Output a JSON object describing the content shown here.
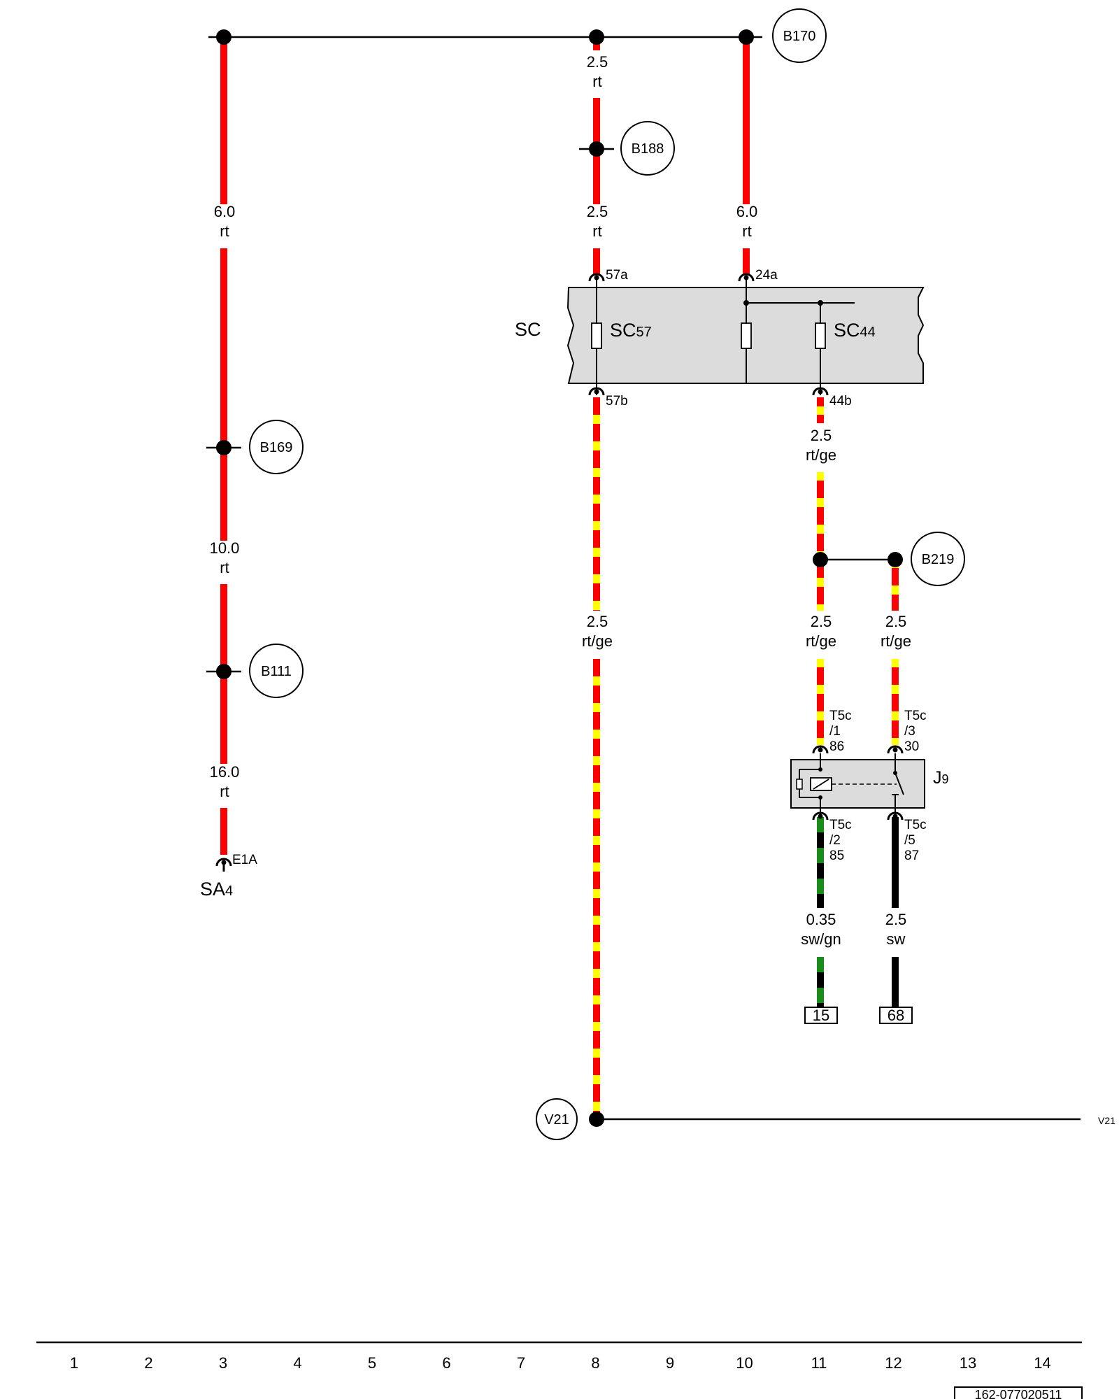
{
  "colors": {
    "red": "#ff0000",
    "yellow": "#ffff00",
    "black": "#000000",
    "green": "#1a8c1a",
    "box_fill": "#dcdcdc"
  },
  "nodes": {
    "b170": "B170",
    "b188": "B188",
    "b169": "B169",
    "b111": "B111",
    "b219": "B219",
    "v21": "V21"
  },
  "offpage_ref": "V21",
  "wires": {
    "w8_top": {
      "size": "2.5",
      "color": "rt"
    },
    "w8_mid": {
      "size": "2.5",
      "color": "rt"
    },
    "w10": {
      "size": "6.0",
      "color": "rt"
    },
    "w3_a": {
      "size": "6.0",
      "color": "rt"
    },
    "w3_b": {
      "size": "10.0",
      "color": "rt"
    },
    "w3_c": {
      "size": "16.0",
      "color": "rt"
    },
    "w11_a": {
      "size": "2.5",
      "color": "rt/ge"
    },
    "w8_low": {
      "size": "2.5",
      "color": "rt/ge"
    },
    "w11_b": {
      "size": "2.5",
      "color": "rt/ge"
    },
    "w12_a": {
      "size": "2.5",
      "color": "rt/ge"
    },
    "w11_c": {
      "size": "0.35",
      "color": "sw/gn"
    },
    "w12_c": {
      "size": "2.5",
      "color": "sw"
    }
  },
  "pins": {
    "p57a": "57a",
    "p24a": "24a",
    "p57b": "57b",
    "p44b": "44b",
    "e1a": "E1A",
    "t5c_1": [
      "T5c",
      "/1",
      "86"
    ],
    "t5c_3": [
      "T5c",
      "/3",
      "30"
    ],
    "t5c_2": [
      "T5c",
      "/2",
      "85"
    ],
    "t5c_5": [
      "T5c",
      "/5",
      "87"
    ]
  },
  "components": {
    "sc_box": "SC",
    "sc57": {
      "main": "SC",
      "sub": "57"
    },
    "sc44": {
      "main": "SC",
      "sub": "44"
    },
    "sa4": {
      "main": "SA",
      "sub": "4"
    },
    "j9": {
      "main": "J",
      "sub": "9"
    }
  },
  "terminals": {
    "t15": "15",
    "t68": "68"
  },
  "columns": [
    "1",
    "2",
    "3",
    "4",
    "5",
    "6",
    "7",
    "8",
    "9",
    "10",
    "11",
    "12",
    "13",
    "14"
  ],
  "doc_id": "162-077020511"
}
